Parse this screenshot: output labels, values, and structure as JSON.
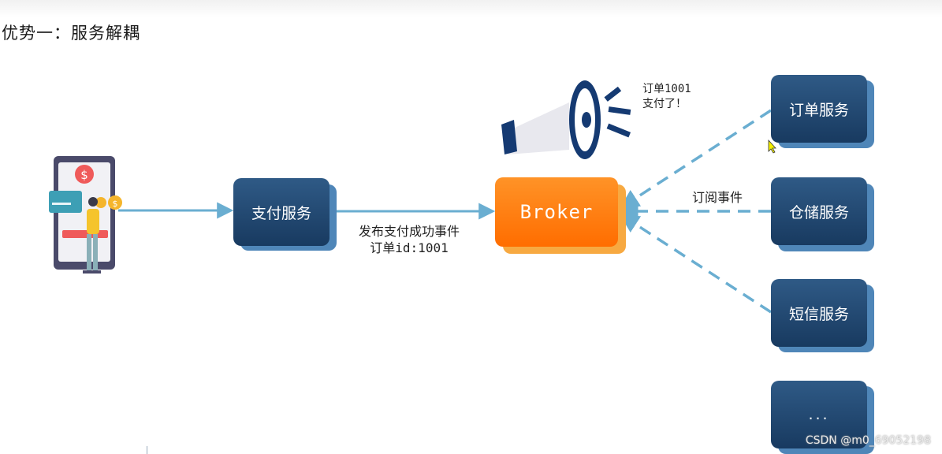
{
  "page": {
    "title": "优势一：服务解耦"
  },
  "diagram": {
    "payment_service": "支付服务",
    "broker": "Broker",
    "publish_label_line1": "发布支付成功事件",
    "publish_label_line2": "订单id:1001",
    "subscribe_label": "订阅事件",
    "announcement_line1": "订单1001",
    "announcement_line2": "支付了！",
    "subscribers": [
      "订单服务",
      "仓储服务",
      "短信服务",
      "..."
    ]
  },
  "watermark": "CSDN @m0_69052198",
  "colors": {
    "service_box": "#1f4670",
    "broker_box": "#ff7a0a",
    "arrow": "#6aaed1"
  }
}
